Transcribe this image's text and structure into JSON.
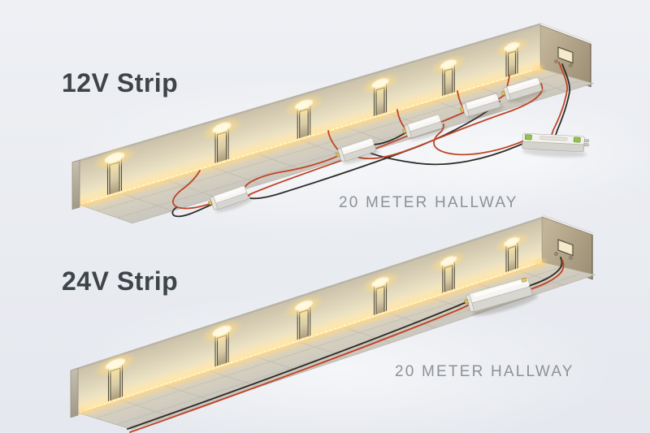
{
  "titles": {
    "top": "12V Strip",
    "bottom": "24V Strip"
  },
  "captions": {
    "top": "20 METER HALLWAY",
    "bottom": "20 METER HALLWAY"
  },
  "scene": {
    "hallway_12v": {
      "doors": 6,
      "amplifiers": 5,
      "led_drivers": 1
    },
    "hallway_24v": {
      "doors": 6,
      "amplifiers": 0,
      "led_drivers": 1
    }
  },
  "colors": {
    "background": "#eaedf1",
    "title_text": "#3f4449",
    "caption_text": "#8d9297",
    "wall": "#e8dfc4",
    "wall_lit": "#fdf3d0",
    "end_wall": "#b3a68b",
    "floor": "#cdc9bf",
    "led_strip_core": "#ffe59c",
    "led_glow": "#ffb339",
    "door_frame": "#55503f",
    "wire_red": "#c04427",
    "wire_black": "#2f2c29",
    "device_white": "#f6f5f2",
    "device_gray": "#d7d5d0",
    "terminal_green": "#93c24c",
    "connector_yellow": "#dfbf62"
  }
}
